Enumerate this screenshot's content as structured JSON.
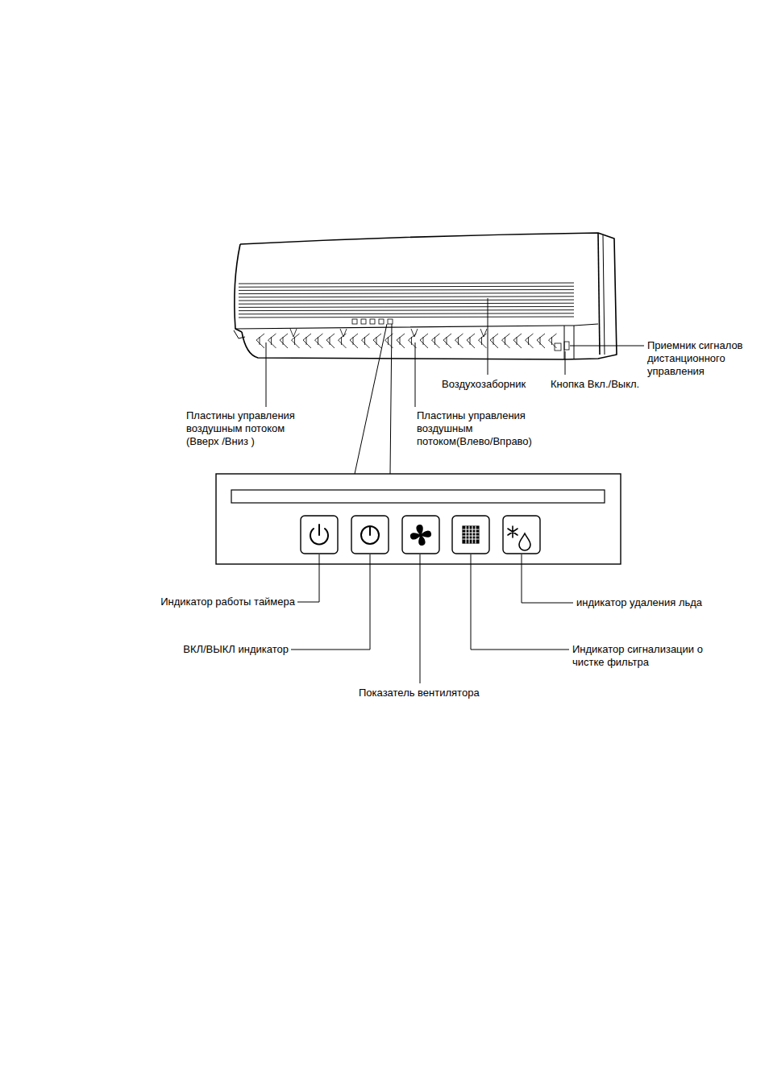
{
  "diagram": {
    "labels": [
      "Приемник сигналов дистанционного управления",
      "Воздухозаборник",
      "Кнопка Вкл./Выкл.",
      "Пластины управления воздушным потоком (Вверх /Вниз )",
      "Пластины управления воздушным потоком(Влево/Вправо)",
      "Индикатор работы таймера",
      "индикатор удаления льда",
      "ВКЛ/ВЫКЛ индикатор",
      "Индикатор сигнализации о чистке фильтра",
      "Показатель вентилятора"
    ]
  }
}
